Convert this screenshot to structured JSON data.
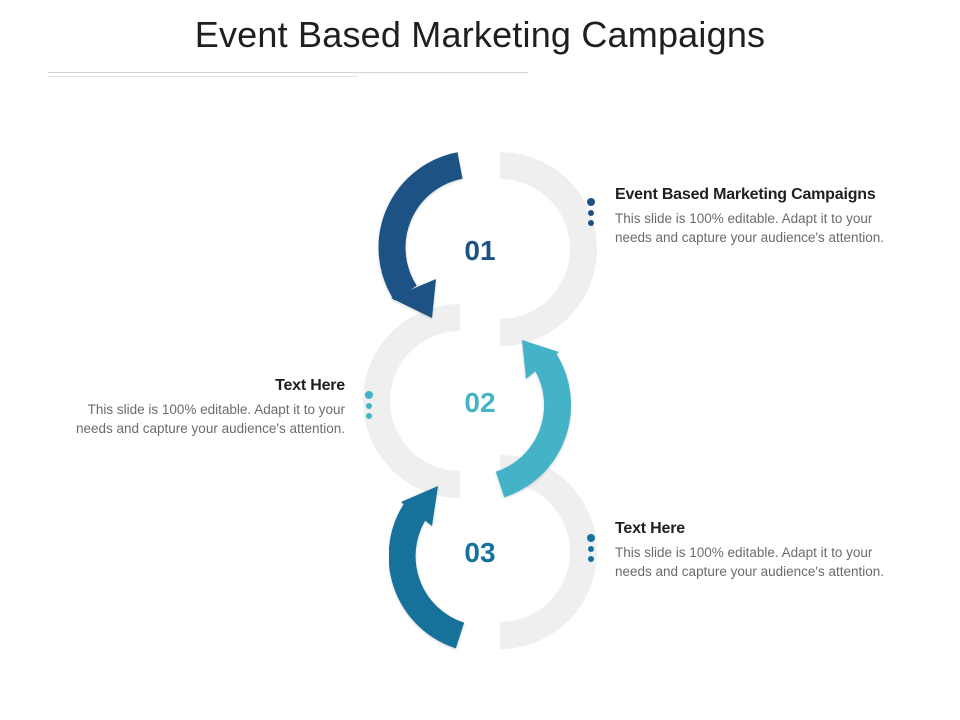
{
  "title": "Event Based Marketing Campaigns",
  "colors": {
    "step1": "#1d5384",
    "step2": "#44b3c7",
    "step3": "#16729a",
    "ring": "#efefef",
    "heading": "#1f1f1f",
    "body": "#6b6b6b"
  },
  "steps": [
    {
      "number": "01",
      "heading": "Event Based Marketing Campaigns",
      "body_line1": "This slide is 100% editable. Adapt it to your",
      "body_line2": "needs and capture your audience's attention."
    },
    {
      "number": "02",
      "heading": "Text Here",
      "body_line1": "This slide is 100% editable. Adapt it to your",
      "body_line2": "needs and capture your audience's attention."
    },
    {
      "number": "03",
      "heading": "Text Here",
      "body_line1": "This slide is 100% editable. Adapt it to your",
      "body_line2": "needs and capture your audience's attention."
    }
  ]
}
